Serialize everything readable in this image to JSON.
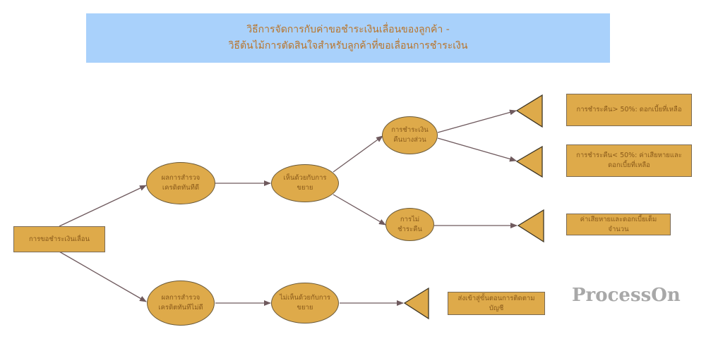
{
  "title": {
    "line1": "วิธีการจัดการกับค่าขอชำระเงินเลื่อนของลูกค้า -",
    "line2": "วิธีต้นไม้การตัดสินใจสำหรับลูกค้าที่ขอเลื่อนการชำระเงิน"
  },
  "nodes": {
    "root": "การขอชำระเงินเลื่อน",
    "good_credit": "ผลการสำรวจเครดิตทันทีดี",
    "bad_credit": "ผลการสำรวจเครดิตทันทีไม่ดี",
    "agree": "เห็นด้วยกับการขยาย",
    "disagree": "ไม่เห็นด้วยกับการขยาย",
    "partial": "การชำระเงินคืนบางส่วน",
    "no_repay": "การไม่ชำระคืน"
  },
  "outcomes": {
    "over50": "การชำระคืน> 50%: ดอกเบี้ยที่เหลือ",
    "under50": "การชำระคืน< 50%: ค่าเสียหายและดอกเบี้ยที่เหลือ",
    "full_damages": "ค่าเสียหายและดอกเบี้ยเต็มจำนวน",
    "collection": "ส่งเข้าสู่ขั้นตอนการติดตามบัญชี"
  },
  "watermark": "ProcessOn",
  "colors": {
    "node_fill": "#deaa4a",
    "title_bg": "#a9d1fb",
    "connector": "#6f5a5e"
  }
}
